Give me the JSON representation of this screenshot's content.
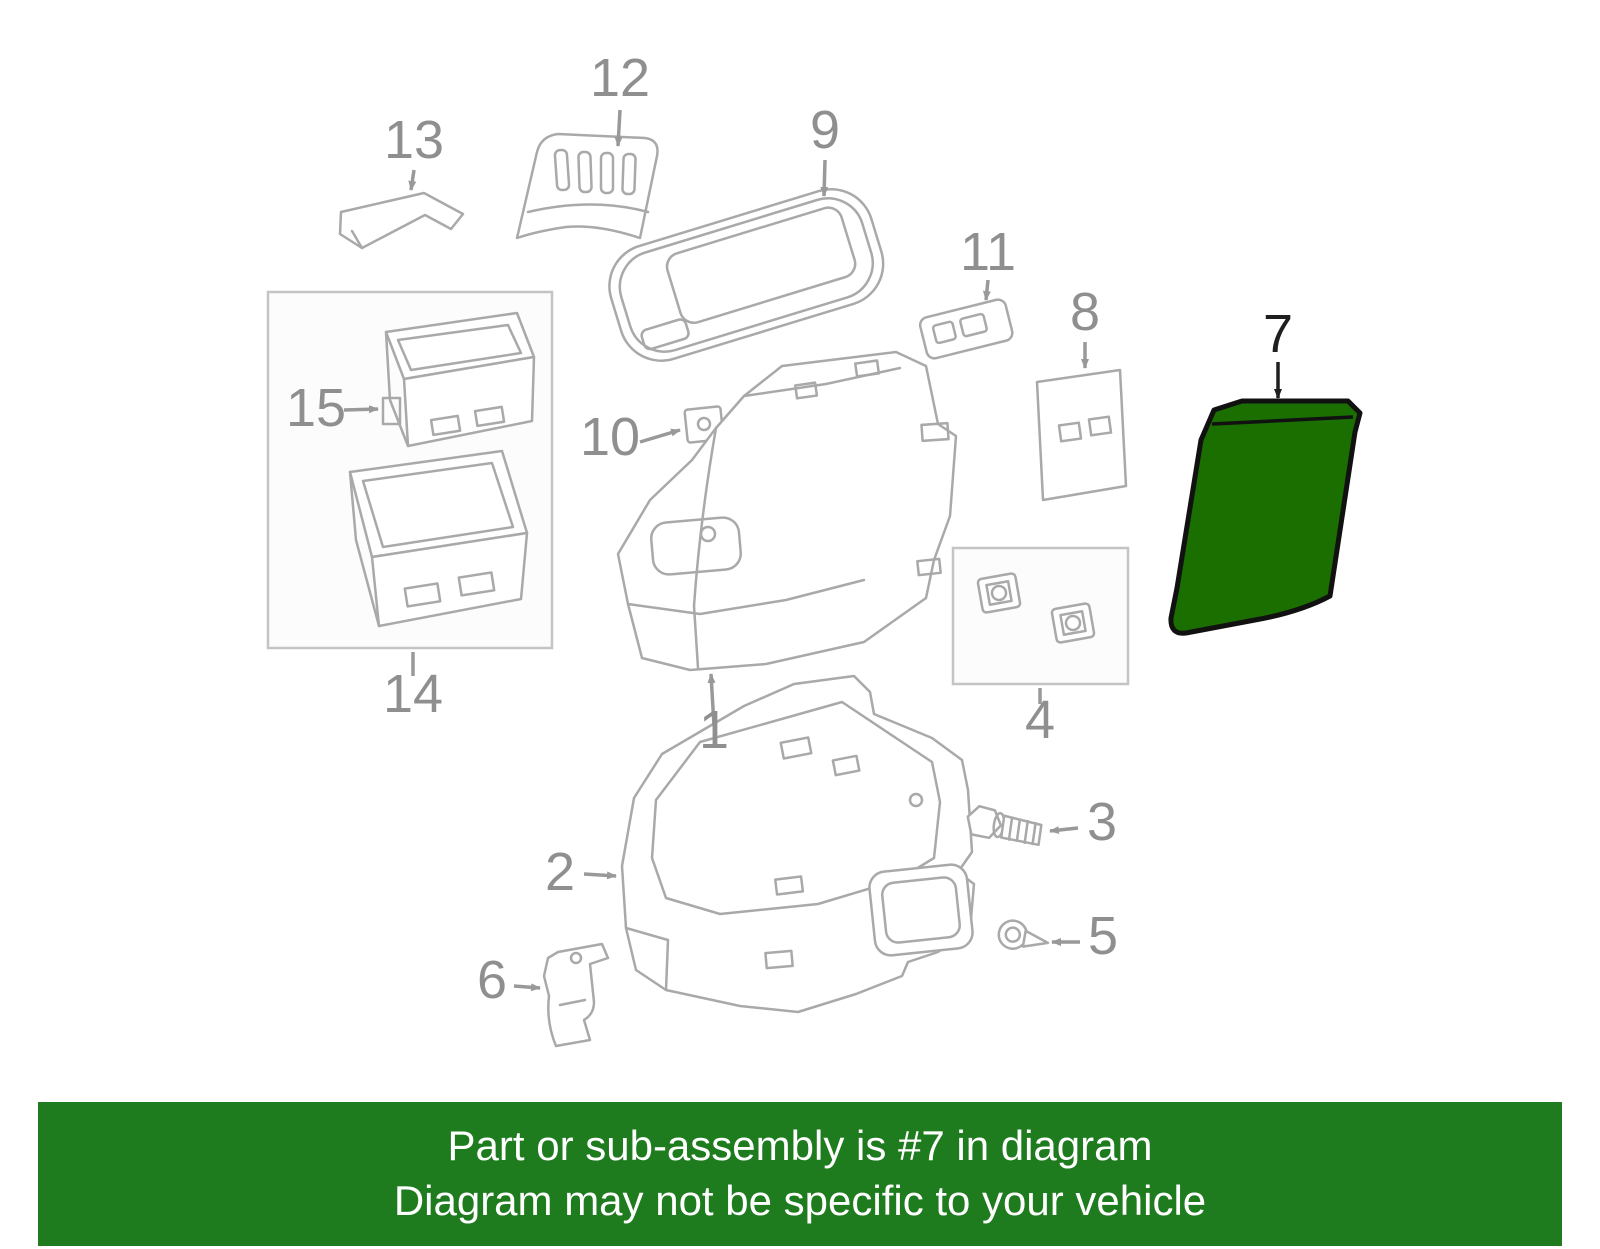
{
  "diagram": {
    "highlighted_part": "7",
    "labels": {
      "l1": "1",
      "l2": "2",
      "l3": "3",
      "l4": "4",
      "l5": "5",
      "l6": "6",
      "l7": "7",
      "l8": "8",
      "l9": "9",
      "l10": "10",
      "l11": "11",
      "l12": "12",
      "l13": "13",
      "l14": "14",
      "l15": "15"
    }
  },
  "colors": {
    "highlight_fill": "#1b6e00",
    "highlight_outline": "#111111",
    "part_line": "#a9a9a9",
    "label_gray": "#8f8f8f",
    "label_dark": "#1f1f1f",
    "banner_bg": "#1e7b1e",
    "banner_text": "#ffffff"
  },
  "banner": {
    "line1": "Part or sub-assembly is #7 in diagram",
    "line2": "Diagram may not be specific to your vehicle"
  }
}
